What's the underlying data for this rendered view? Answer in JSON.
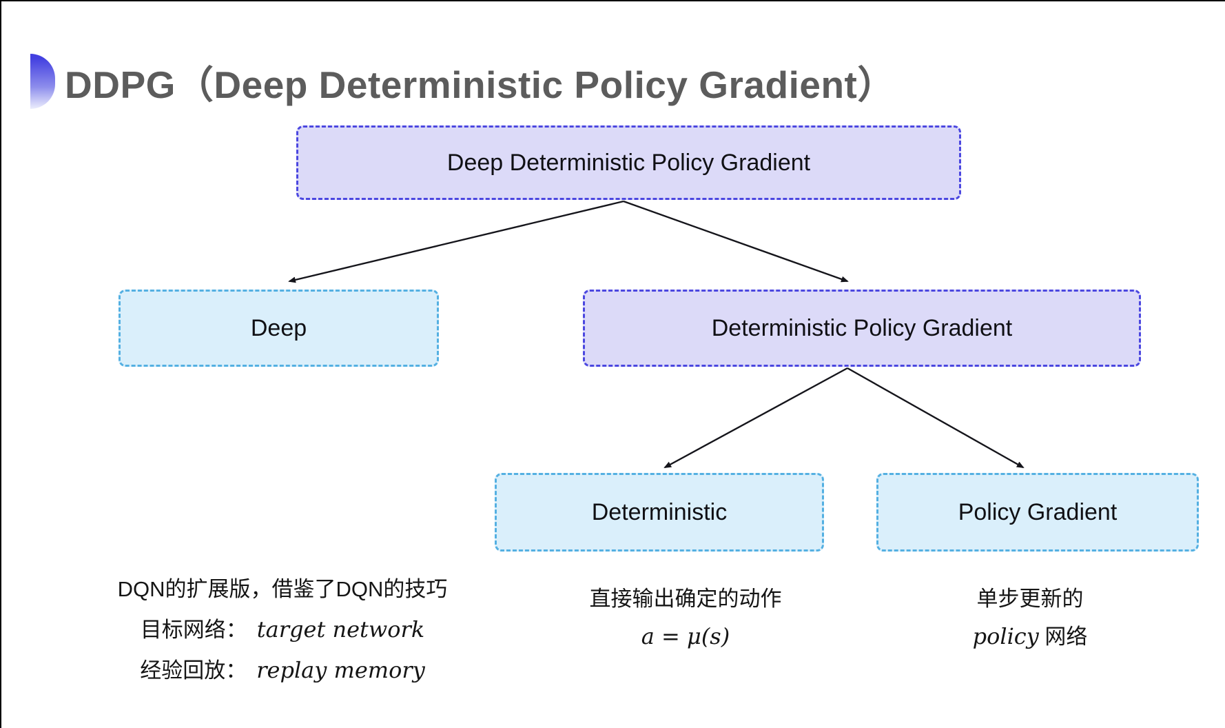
{
  "title": "DDPG（Deep Deterministic Policy Gradient）",
  "nodes": {
    "root": {
      "label": "Deep Deterministic Policy Gradient"
    },
    "deep": {
      "label": "Deep"
    },
    "dpg": {
      "label": "Deterministic Policy Gradient"
    },
    "deterministic": {
      "label": "Deterministic"
    },
    "policy_gradient": {
      "label": "Policy Gradient"
    }
  },
  "annotations": {
    "left": {
      "line1": "DQN的扩展版，借鉴了DQN的技巧",
      "line2_label": "目标网络：",
      "line2_italic": "target network",
      "line3_label": "经验回放：",
      "line3_italic": "replay memory"
    },
    "middle": {
      "line1": "直接输出确定的动作",
      "formula": "a = μ(s)"
    },
    "right": {
      "line1": "单步更新的",
      "line2_italic": "policy",
      "line2_label": " 网络"
    }
  },
  "colors": {
    "purple_fill": "#dcdaf8",
    "purple_border": "#4b47e0",
    "cyan_fill": "#daeffb",
    "cyan_border": "#54b0e2",
    "arrow": "#15151b",
    "title": "#5c5c5c",
    "icon_top": "#4340e0",
    "icon_mid": "#8d8dec",
    "icon_bottom": "#eceefc"
  }
}
